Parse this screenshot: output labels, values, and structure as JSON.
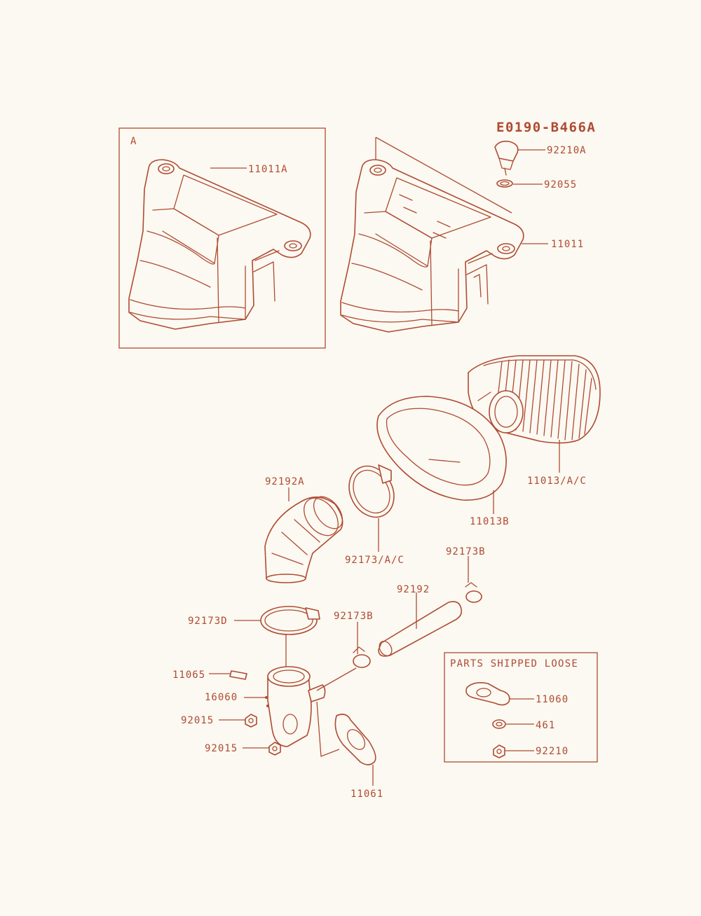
{
  "diagram_id": "E0190-B466A",
  "inset_label": "A",
  "loose_box_title": "PARTS SHIPPED LOOSE",
  "colors": {
    "ink": "#b04a33",
    "paper": "#fbf9f1"
  },
  "callouts": {
    "c_11011a": "11011A",
    "c_92210a": "92210A",
    "c_92055": "92055",
    "c_11011": "11011",
    "c_11013ac": "11013/A/C",
    "c_11013b": "11013B",
    "c_92192a": "92192A",
    "c_92173ac": "92173/A/C",
    "c_92173b_top": "92173B",
    "c_92192": "92192",
    "c_92173d": "92173D",
    "c_92173b_mid": "92173B",
    "c_11065": "11065",
    "c_16060": "16060",
    "c_92015_a": "92015",
    "c_92015_b": "92015",
    "c_11061": "11061",
    "c_11060": "11060",
    "c_461": "461",
    "c_92210": "92210"
  }
}
